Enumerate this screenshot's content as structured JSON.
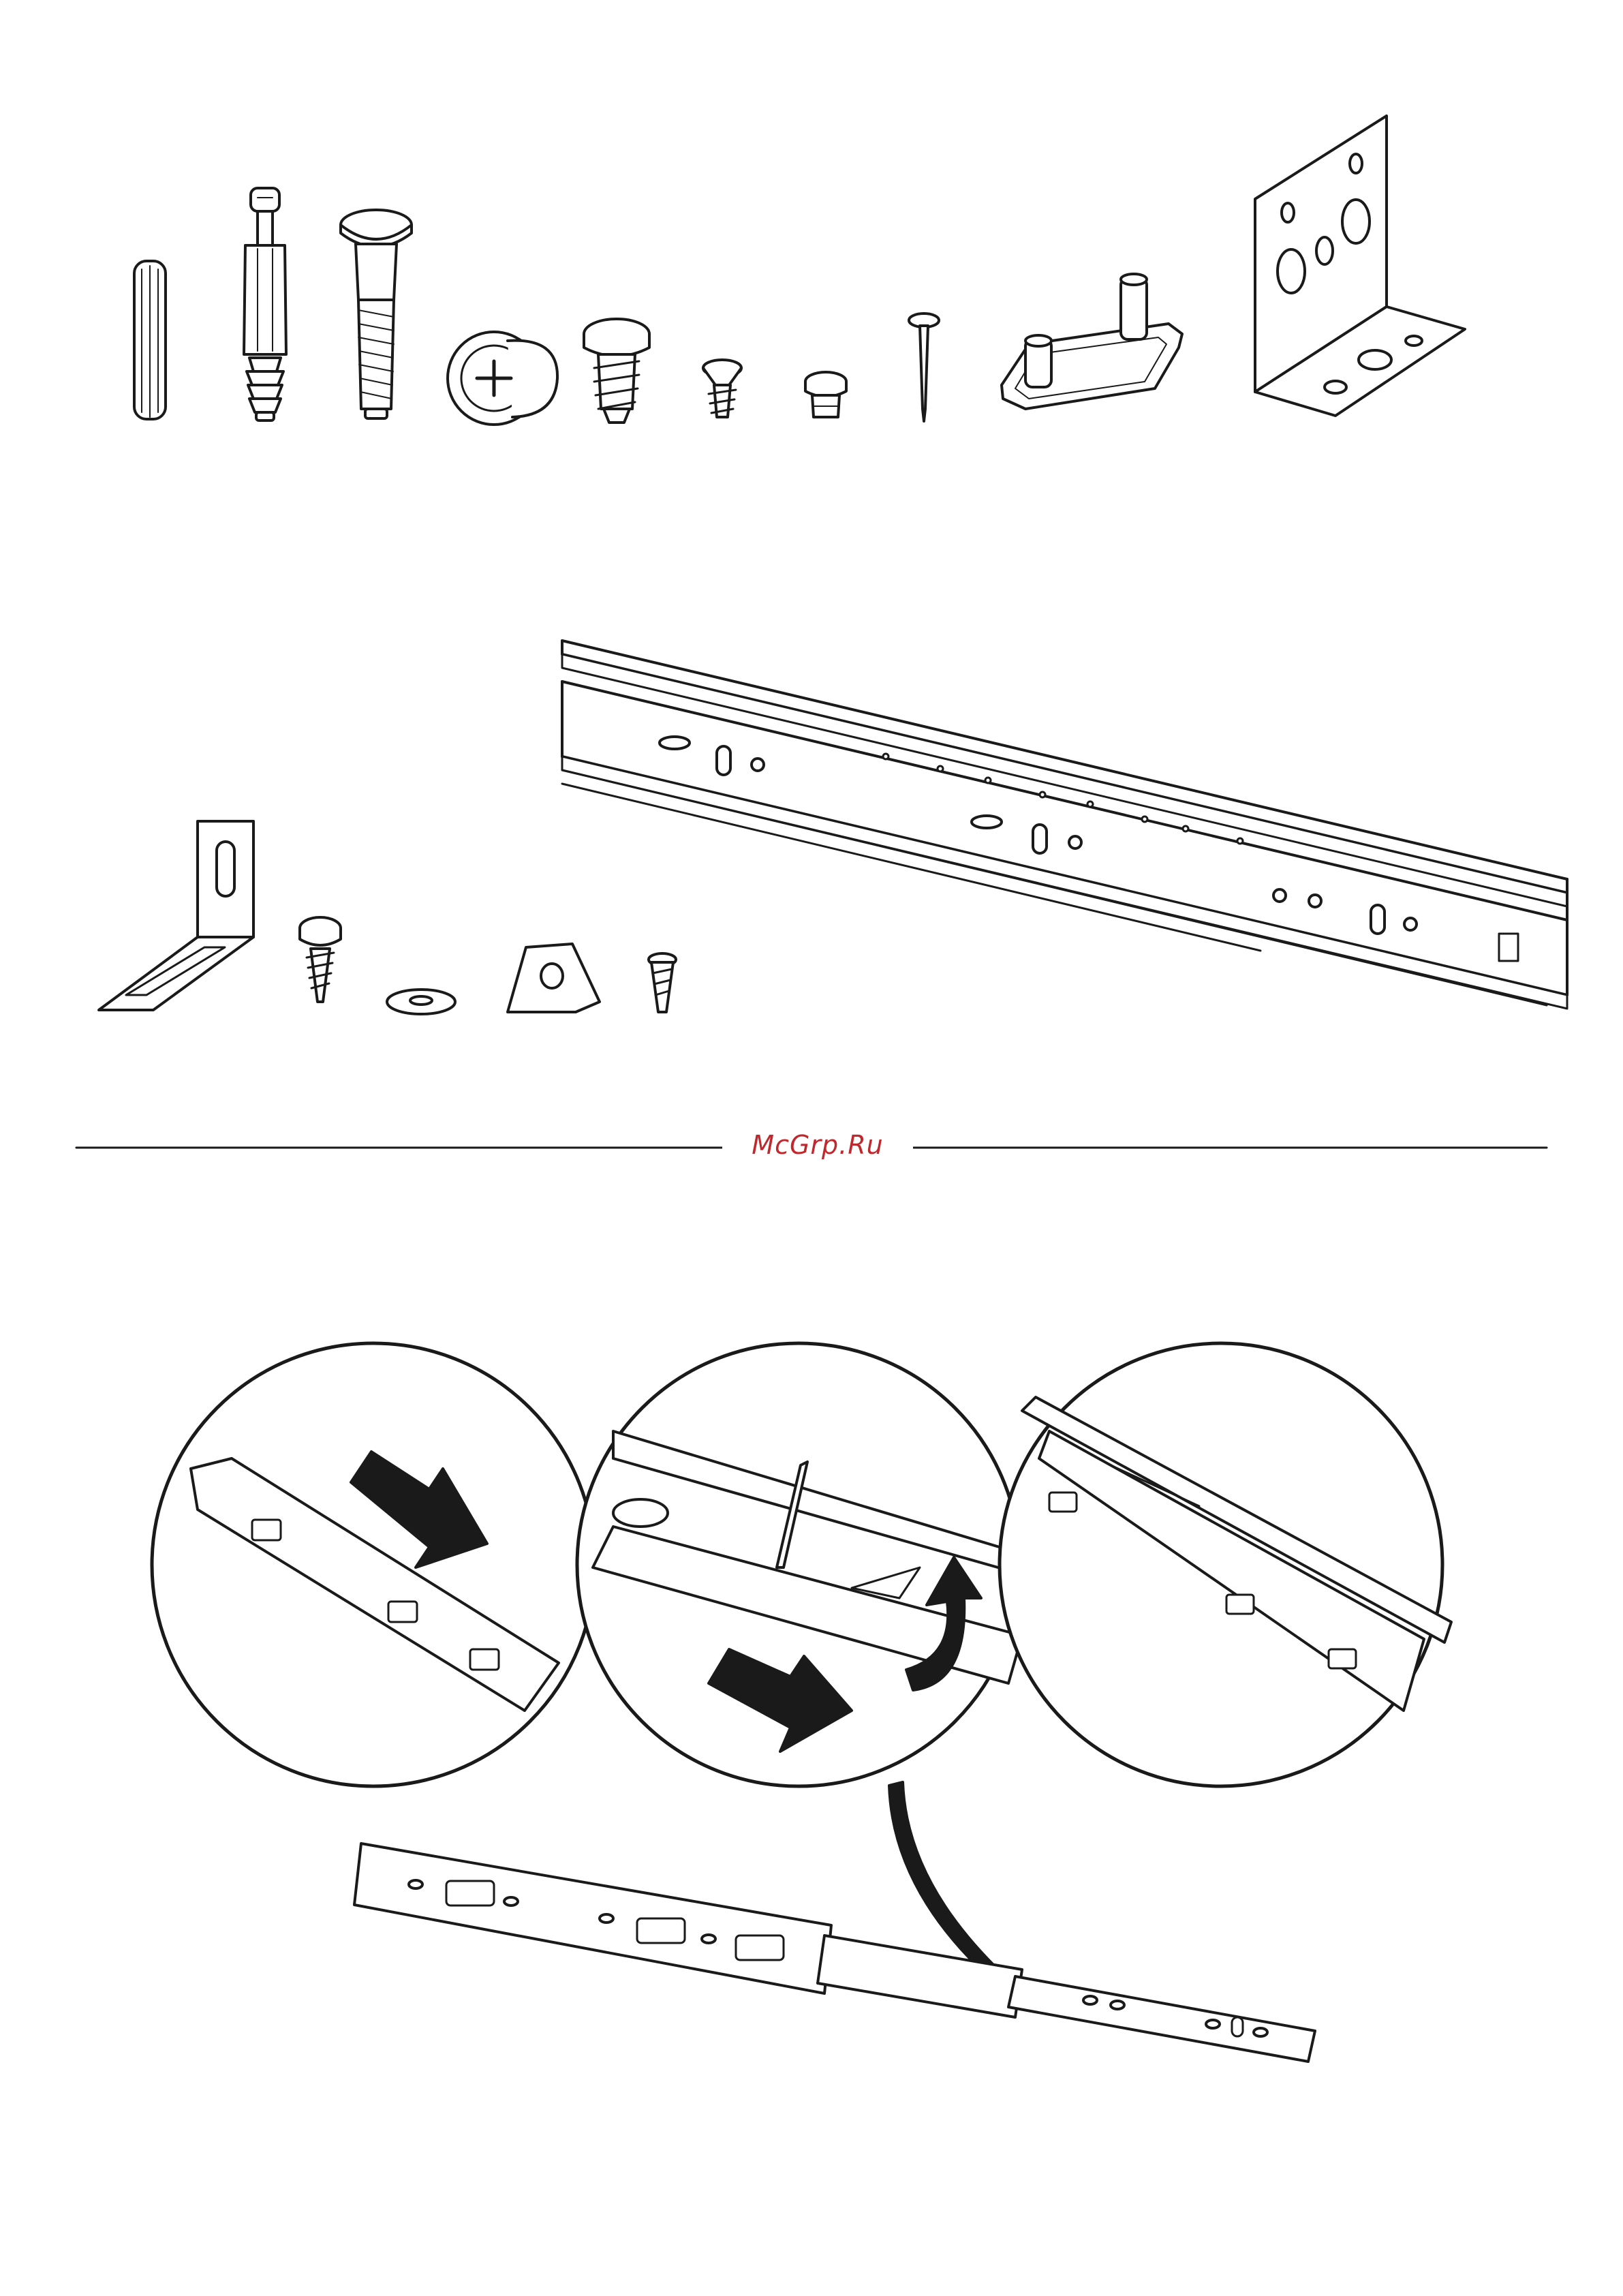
{
  "watermark": {
    "text": "McGrp.Ru"
  },
  "colors": {
    "line": "#1a1a1a",
    "fill": "#ffffff",
    "watermark": "#c0282d"
  },
  "hardware_parts": [
    "wooden-dowel",
    "connector-bolt",
    "long-bolt",
    "cam-lock",
    "pan-head-screw",
    "countersunk-screw",
    "plastic-plug",
    "nail",
    "plastic-foot",
    "angle-bracket",
    "slotted-angle-bracket",
    "round-head-screw",
    "washer",
    "corner-block",
    "small-screw",
    "drawer-slide"
  ],
  "footer": {
    "text": ""
  }
}
